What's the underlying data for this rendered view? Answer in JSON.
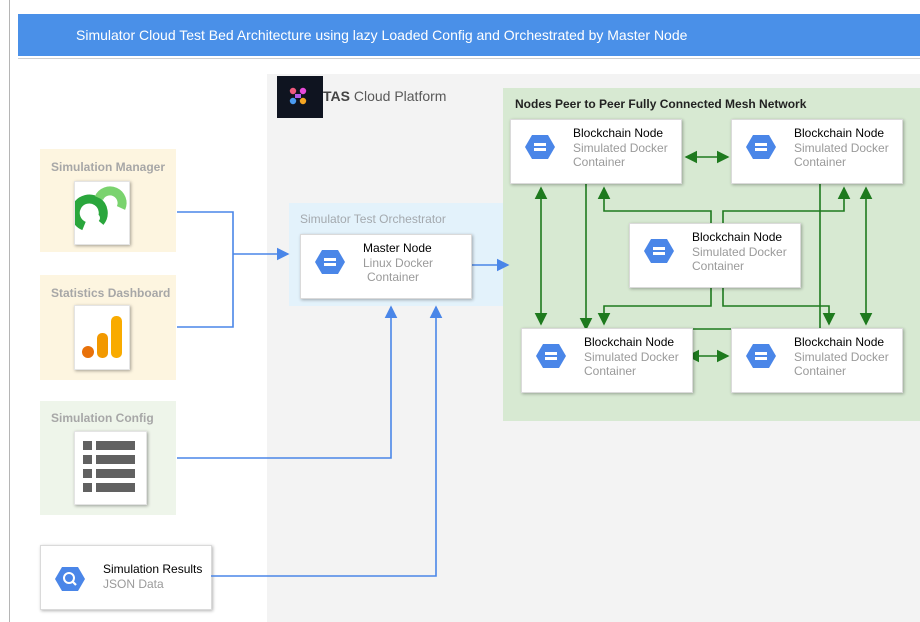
{
  "banner": {
    "title": "Simulator Cloud Test Bed Architecture using lazy Loaded Config and Orchestrated by Master Node"
  },
  "platform": {
    "name_bold": "TAS",
    "name_rest": " Cloud Platform"
  },
  "mesh": {
    "title": "Nodes Peer to Peer Fully Connected Mesh Network"
  },
  "orchestrator": {
    "title": "Simulator Test Orchestrator"
  },
  "master_node": {
    "title": "Master Node",
    "line1": "Linux Docker",
    "line2": "Container"
  },
  "blockchain_nodes": [
    {
      "title": "Blockchain Node",
      "line1": "Simulated Docker",
      "line2": "Container"
    },
    {
      "title": "Blockchain Node",
      "line1": "Simulated Docker",
      "line2": "Container"
    },
    {
      "title": "Blockchain Node",
      "line1": "Simulated Docker",
      "line2": "Container"
    },
    {
      "title": "Blockchain Node",
      "line1": "Simulated Docker",
      "line2": "Container"
    },
    {
      "title": "Blockchain Node",
      "line1": "Simulated Docker",
      "line2": "Container"
    }
  ],
  "sidebar": {
    "simulation_manager": "Simulation Manager",
    "statistics_dashboard": "Statistics Dashboard",
    "simulation_config": "Simulation Config"
  },
  "results": {
    "title": "Simulation Results",
    "subtitle": "JSON Data"
  },
  "colors": {
    "banner": "#4a90e8",
    "mesh_bg": "#d7e9d2",
    "orch_bg": "#e3f2fb",
    "sidebar_yellow": "#fdf5e0",
    "sidebar_green": "#eef5ea",
    "wire_blue": "#4a86e8",
    "wire_green": "#1e7a1e",
    "node_hex": "#4a86e8"
  }
}
